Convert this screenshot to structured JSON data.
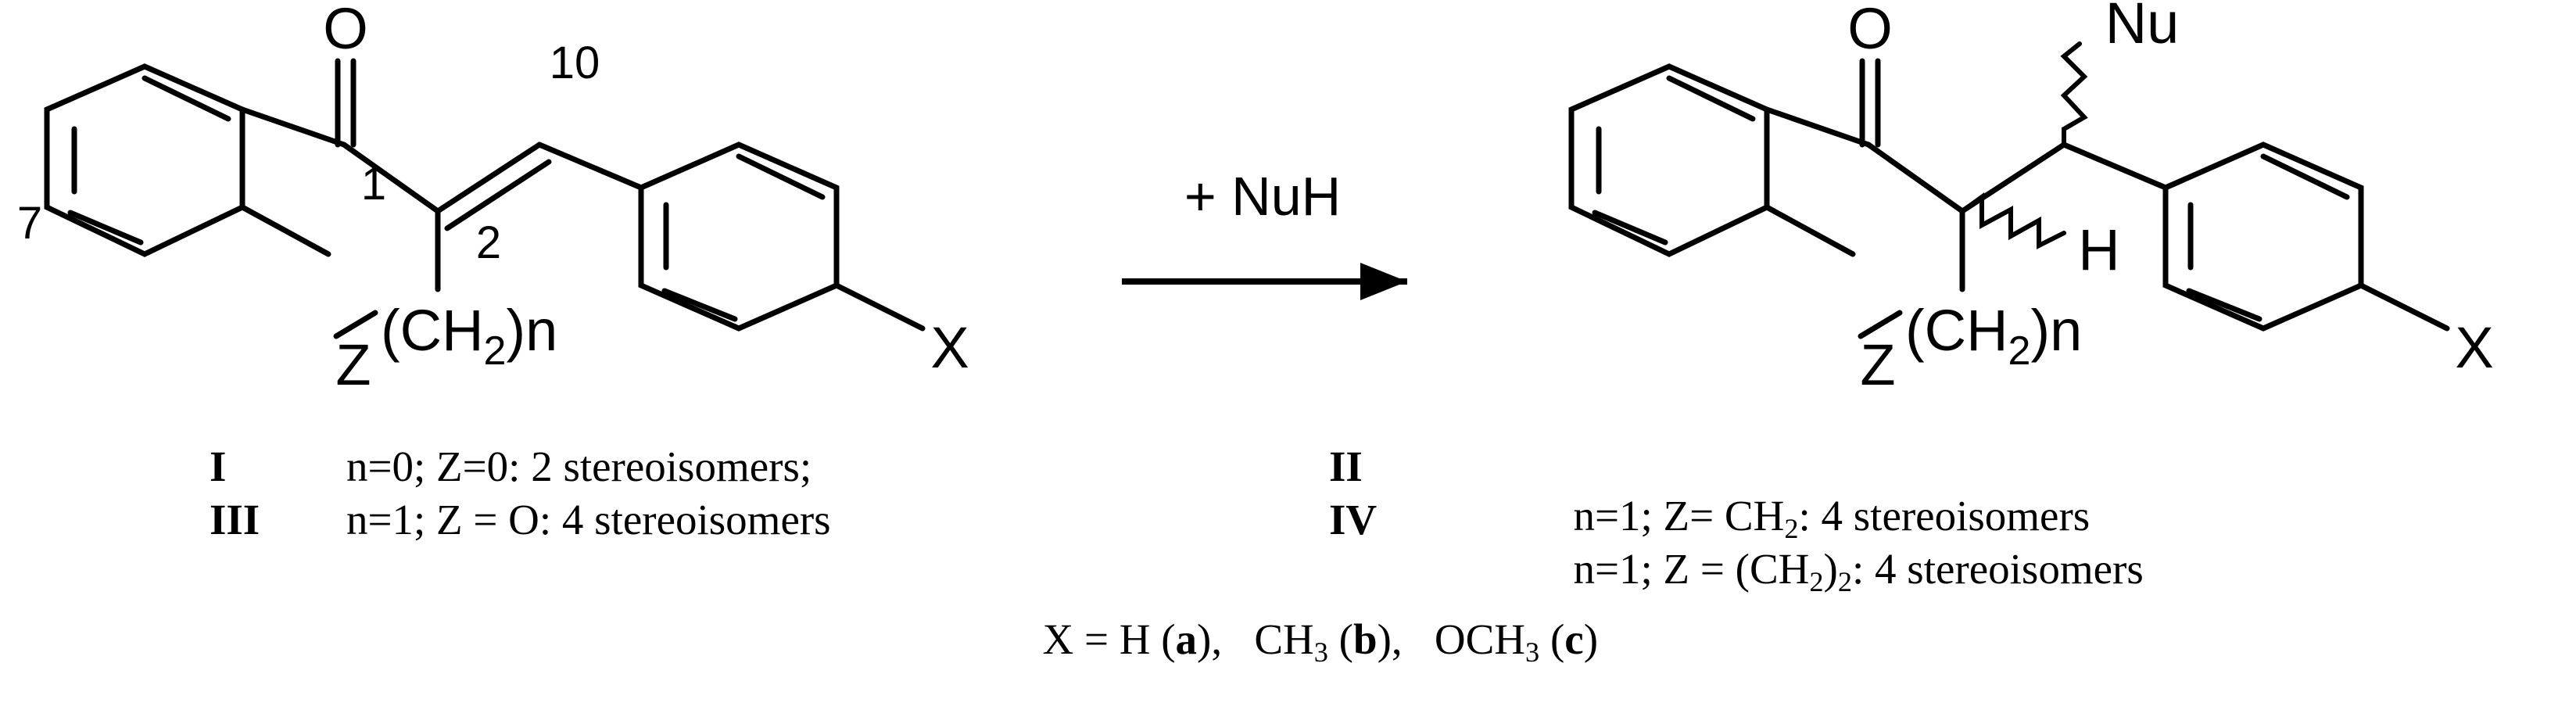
{
  "figure": {
    "kind": "chemical-reaction-scheme",
    "background": "#ffffff",
    "stroke": "#000000"
  },
  "reactant": {
    "name": "chalcone-reactant",
    "labels": {
      "carbonyl_oxygen": "O",
      "position_1": "1",
      "position_2": "2",
      "position_10": "10",
      "position_7": "7",
      "bridge_z": "Z",
      "bridge_chain": "(CH",
      "bridge_chain_sub": "2",
      "bridge_chain_close": ")n",
      "substituent_x": "X"
    }
  },
  "arrow": {
    "name": "reaction-arrow",
    "reagent": "+ NuH"
  },
  "product": {
    "name": "michael-adduct-product",
    "labels": {
      "carbonyl_oxygen": "O",
      "nucleophile": "Nu",
      "hydrogen": "H",
      "bridge_z": "Z",
      "bridge_chain": "(CH",
      "bridge_chain_sub": "2",
      "bridge_chain_close": ")n",
      "substituent_x": "X"
    }
  },
  "legend": {
    "rows": [
      {
        "left": {
          "roman": "I",
          "text_a": "n=0; Z=0: 2 stereoisomers;"
        },
        "right": {
          "roman": "II",
          "text_a": "n=1; Z= CH",
          "sub": "2",
          "text_b": ": 4 stereoisomers"
        }
      },
      {
        "left": {
          "roman": "III",
          "text_a": "n=1; Z = O: 4 stereoisomers"
        },
        "right": {
          "roman": "IV",
          "text_a": "n=1; Z = (CH",
          "sub": "2",
          "text_b": ")",
          "sub2": "2",
          "text_c": ": 4 stereoisomers"
        }
      }
    ],
    "x_line": {
      "prefix": "X = H (",
      "a": "a",
      "mid1": "),   CH",
      "sub1": "3",
      "b_open": " (",
      "b": "b",
      "mid2": "),   OCH",
      "sub2": "3",
      "c_open": " (",
      "c": "c",
      "c_close": ")"
    }
  }
}
